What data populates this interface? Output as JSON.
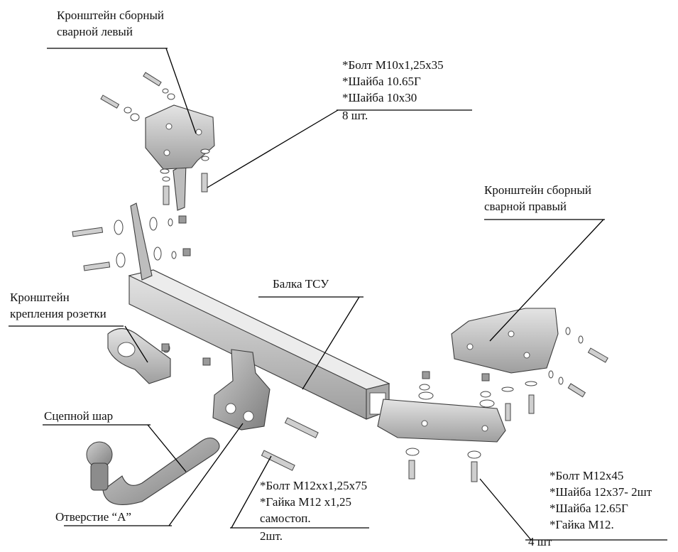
{
  "labels": {
    "bracket_left": [
      "Кронштейн сборный",
      "сварной левый"
    ],
    "bolts_left": [
      "*Болт М10х1,25х35",
      "*Шайба 10.65Г",
      "*Шайба 10х30",
      "8 шт."
    ],
    "bracket_right": [
      "Кронштейн сборный",
      "сварной правый"
    ],
    "beam": "Балка ТСУ",
    "socket_bracket": [
      "Кронштейн",
      "крепления розетки"
    ],
    "ball": "Сцепной шар",
    "hole": "Отверстие “А”",
    "bolts_center": [
      "*Болт М12хх1,25х75",
      "*Гайка М12 х1,25",
      "самостоп.",
      "2шт."
    ],
    "bolts_right": [
      "*Болт М12х45",
      "*Шайба 12х37- 2шт",
      "*Шайба 12.65Г",
      "*Гайка М12.",
      "4 шт"
    ]
  }
}
